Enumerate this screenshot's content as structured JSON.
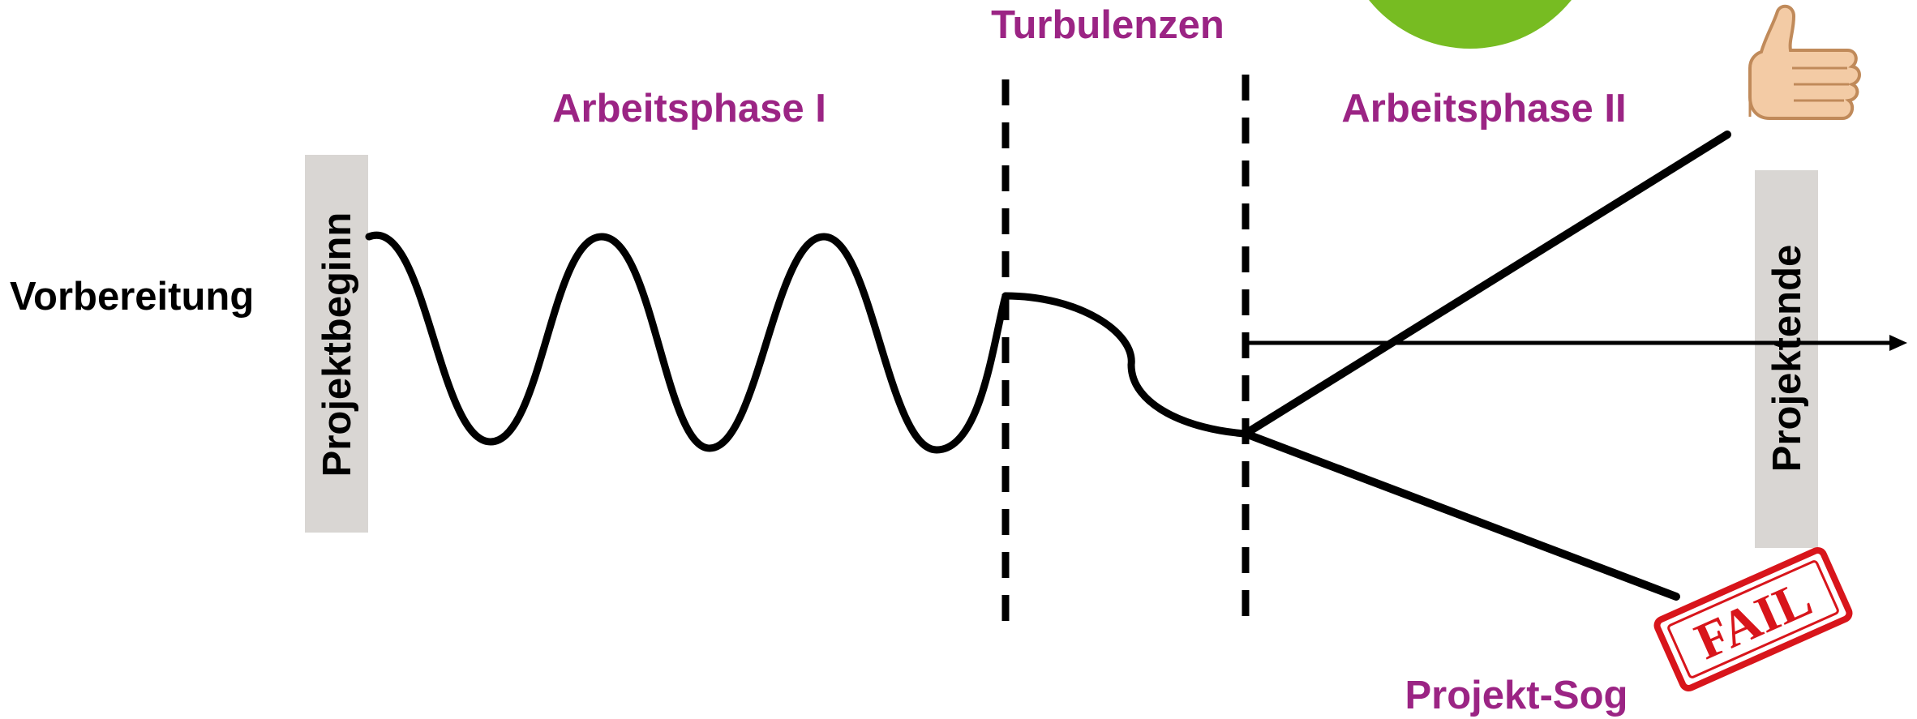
{
  "labels": {
    "preparation": "Vorbereitung",
    "project_start": "Projektbeginn",
    "phase_one": "Arbeitsphase I",
    "turbulence": "Turbulenzen",
    "phase_two": "Arbeitsphase II",
    "project_end": "Projektende",
    "project_pull": "Projekt-Sog",
    "fail_stamp": "FAIL"
  },
  "icons": {
    "success": "thumbs-up-icon",
    "failure": "fail-stamp-icon"
  },
  "colors": {
    "phase_text": "#9b2484",
    "bar_fill": "#d9d6d3",
    "ink": "#000000",
    "green_disc": "#77bc22",
    "stamp_red": "#d8151b"
  }
}
